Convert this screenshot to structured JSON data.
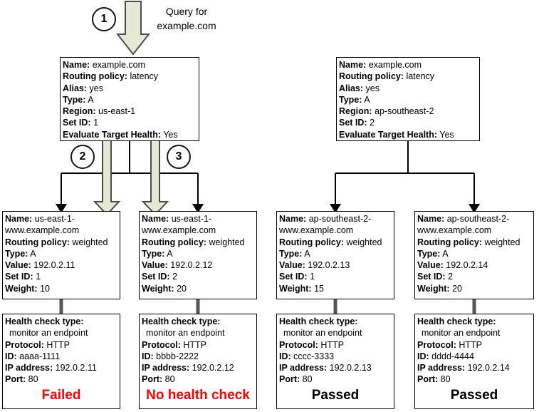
{
  "colors": {
    "flow_arrow_fill": "#e5e8d4",
    "flow_arrow_stroke": "#4d4d4d",
    "connector_black": "#000000",
    "connector_gray": "#575757",
    "status_failed": "#ff0000",
    "status_passed": "#000000"
  },
  "query": {
    "badge": "1",
    "line1": "Query for",
    "line2": "example.com"
  },
  "step_badges": {
    "step2": "2",
    "step3": "3"
  },
  "latency_records": [
    {
      "lines": [
        {
          "b": "Name:",
          "t": "example.com"
        },
        {
          "b": "Routing policy:",
          "t": "latency"
        },
        {
          "b": "Alias:",
          "t": "yes"
        },
        {
          "b": "Type:",
          "t": "A"
        },
        {
          "b": "Region:",
          "t": "us-east-1"
        },
        {
          "b": "Set ID:",
          "t": "1"
        },
        {
          "b": "Evaluate Target Health:",
          "t": "Yes"
        }
      ]
    },
    {
      "lines": [
        {
          "b": "Name:",
          "t": "example.com"
        },
        {
          "b": "Routing policy:",
          "t": "latency"
        },
        {
          "b": "Alias:",
          "t": "yes"
        },
        {
          "b": "Type:",
          "t": "A"
        },
        {
          "b": "Region:",
          "t": "ap-southeast-2"
        },
        {
          "b": "Set ID:",
          "t": "2"
        },
        {
          "b": "Evaluate Target Health:",
          "t": "Yes"
        }
      ]
    }
  ],
  "weighted_records": [
    {
      "lines": [
        {
          "b": "Name:",
          "t": "us-east-1-"
        },
        {
          "t": "www.example.com"
        },
        {
          "b": "Routing policy:",
          "t": "weighted"
        },
        {
          "b": "Type:",
          "t": "A"
        },
        {
          "b": "Value:",
          "t": "192.0.2.11"
        },
        {
          "b": "Set ID:",
          "t": "1"
        },
        {
          "b": "Weight:",
          "t": "10"
        }
      ]
    },
    {
      "lines": [
        {
          "b": "Name:",
          "t": "us-east-1-"
        },
        {
          "t": "www.example.com"
        },
        {
          "b": "Routing policy:",
          "t": "weighted"
        },
        {
          "b": "Type:",
          "t": "A"
        },
        {
          "b": "Value:",
          "t": "192.0.2.12"
        },
        {
          "b": "Set ID:",
          "t": "2"
        },
        {
          "b": "Weight:",
          "t": "20"
        }
      ]
    },
    {
      "lines": [
        {
          "b": "Name:",
          "t": "ap-southeast-2-"
        },
        {
          "t": "www.example.com"
        },
        {
          "b": "Routing policy:",
          "t": "weighted"
        },
        {
          "b": "Type:",
          "t": "A"
        },
        {
          "b": "Value:",
          "t": "192.0.2.13"
        },
        {
          "b": "Set ID:",
          "t": "1"
        },
        {
          "b": "Weight:",
          "t": "15"
        }
      ]
    },
    {
      "lines": [
        {
          "b": "Name:",
          "t": "ap-southeast-2-"
        },
        {
          "t": "www.example.com"
        },
        {
          "b": "Routing policy:",
          "t": "weighted"
        },
        {
          "b": "Type:",
          "t": "A"
        },
        {
          "b": "Value:",
          "t": "192.0.2.14"
        },
        {
          "b": "Set ID:",
          "t": "2"
        },
        {
          "b": "Weight:",
          "t": "20"
        }
      ]
    }
  ],
  "health_checks": [
    {
      "lines": [
        {
          "b": "Health check type:"
        },
        {
          "t": "monitor an endpoint",
          "indent": true
        },
        {
          "b": "Protocol:",
          "t": "HTTP"
        },
        {
          "b": "ID:",
          "t": "aaaa-1111"
        },
        {
          "b": "IP address:",
          "t": "192.0.2.11"
        },
        {
          "b": "Port:",
          "t": "80"
        }
      ],
      "status": "Failed",
      "status_color": "#ff0000"
    },
    {
      "lines": [
        {
          "b": "Health check type:"
        },
        {
          "t": "monitor an endpoint",
          "indent": true
        },
        {
          "b": "Protocol:",
          "t": "HTTP"
        },
        {
          "b": "ID:",
          "t": "bbbb-2222"
        },
        {
          "b": "IP address:",
          "t": "192.0.2.12"
        },
        {
          "b": "Port:",
          "t": "80"
        }
      ],
      "status": "No health check",
      "status_color": "#ff0000"
    },
    {
      "lines": [
        {
          "b": "Health check type:"
        },
        {
          "t": "monitor an endpoint",
          "indent": true
        },
        {
          "b": "Protocol:",
          "t": "HTTP"
        },
        {
          "b": "ID:",
          "t": "cccc-3333"
        },
        {
          "b": "IP address:",
          "t": "192.0.2.13"
        },
        {
          "b": "Port:",
          "t": "80"
        }
      ],
      "status": "Passed",
      "status_color": "#000000"
    },
    {
      "lines": [
        {
          "b": "Health check type:"
        },
        {
          "t": "monitor an endpoint",
          "indent": true
        },
        {
          "b": "Protocol:",
          "t": "HTTP"
        },
        {
          "b": "ID:",
          "t": "dddd-4444"
        },
        {
          "b": "IP address:",
          "t": "192.0.2.14"
        },
        {
          "b": "Port:",
          "t": "80"
        }
      ],
      "status": "Passed",
      "status_color": "#000000"
    }
  ]
}
